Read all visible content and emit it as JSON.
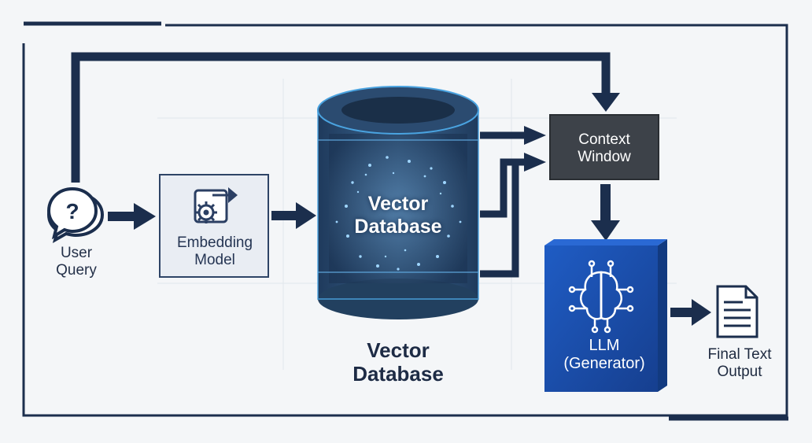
{
  "nodes": {
    "user_query": {
      "lines": [
        "User",
        "Query"
      ],
      "icon": "question-chat-icon"
    },
    "embedding_model": {
      "lines": [
        "Embedding",
        "Model"
      ],
      "icon": "gear-arrow-icon"
    },
    "vector_db_inner": {
      "lines": [
        "Vector",
        "Database"
      ]
    },
    "vector_db_caption": {
      "lines": [
        "Vector",
        "Database"
      ]
    },
    "context_window": {
      "lines": [
        "Context",
        "Window"
      ]
    },
    "llm": {
      "lines": [
        "LLM",
        "(Generator)"
      ],
      "icon": "brain-circuit-icon"
    },
    "final_output": {
      "lines": [
        "Final Text",
        "Output"
      ],
      "icon": "document-icon"
    }
  },
  "colors": {
    "navy": "#1b2e4d",
    "context_box": "#3d4249",
    "llm_box": "#1a4fae",
    "embedding_box": "#e9edf3",
    "cylinder_glow": "#4aa3e0"
  }
}
